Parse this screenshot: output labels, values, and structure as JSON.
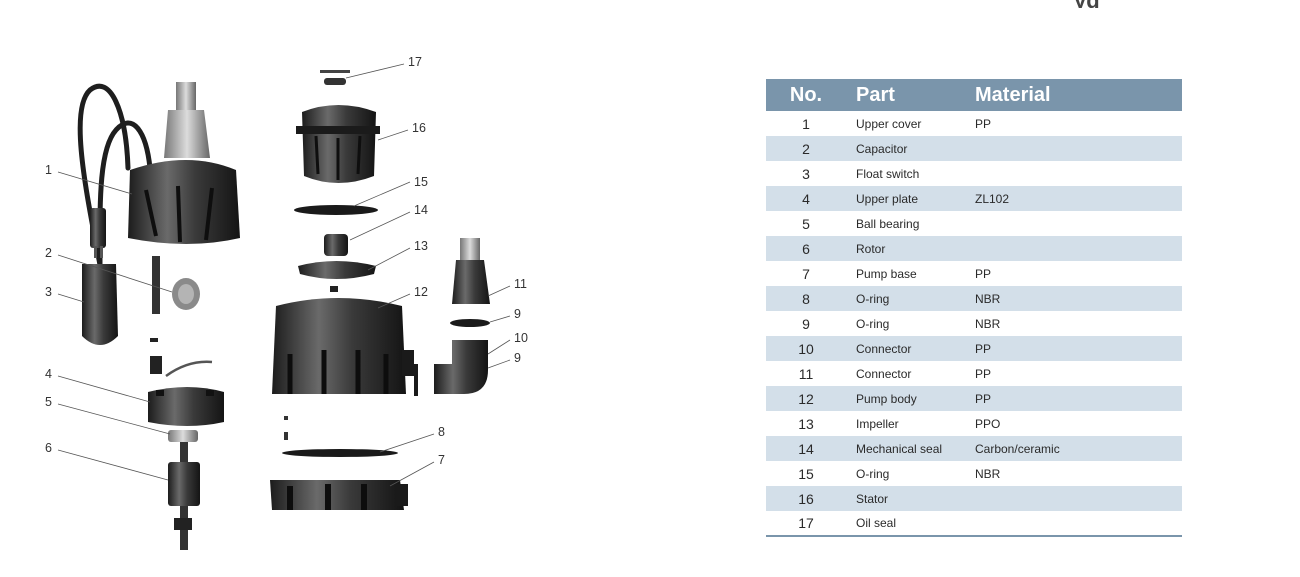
{
  "header_mark": "ÿg",
  "diagram": {
    "callouts": [
      "1",
      "2",
      "3",
      "4",
      "5",
      "6",
      "17",
      "16",
      "15",
      "14",
      "13",
      "12",
      "8",
      "7",
      "11",
      "9",
      "10",
      "9"
    ]
  },
  "table": {
    "columns": [
      "No.",
      "Part",
      "Material"
    ],
    "rows": [
      {
        "no": "1",
        "part": "Upper cover",
        "material": "PP"
      },
      {
        "no": "2",
        "part": "Capacitor",
        "material": ""
      },
      {
        "no": "3",
        "part": "Float switch",
        "material": ""
      },
      {
        "no": "4",
        "part": "Upper plate",
        "material": "ZL102"
      },
      {
        "no": "5",
        "part": "Ball bearing",
        "material": ""
      },
      {
        "no": "6",
        "part": "Rotor",
        "material": ""
      },
      {
        "no": "7",
        "part": "Pump base",
        "material": "PP"
      },
      {
        "no": "8",
        "part": "O-ring",
        "material": "NBR"
      },
      {
        "no": "9",
        "part": "O-ring",
        "material": "NBR"
      },
      {
        "no": "10",
        "part": "Connector",
        "material": "PP"
      },
      {
        "no": "11",
        "part": "Connector",
        "material": "PP"
      },
      {
        "no": "12",
        "part": "Pump body",
        "material": "PP"
      },
      {
        "no": "13",
        "part": "Impeller",
        "material": "PPO"
      },
      {
        "no": "14",
        "part": "Mechanical seal",
        "material": "Carbon/ceramic"
      },
      {
        "no": "15",
        "part": "O-ring",
        "material": "NBR"
      },
      {
        "no": "16",
        "part": "Stator",
        "material": ""
      },
      {
        "no": "17",
        "part": "Oil seal",
        "material": ""
      }
    ]
  },
  "colors": {
    "header_bg": "#7a95ab",
    "stripe_bg": "#d3dfe9",
    "part_dark": "#2b2b2b"
  }
}
